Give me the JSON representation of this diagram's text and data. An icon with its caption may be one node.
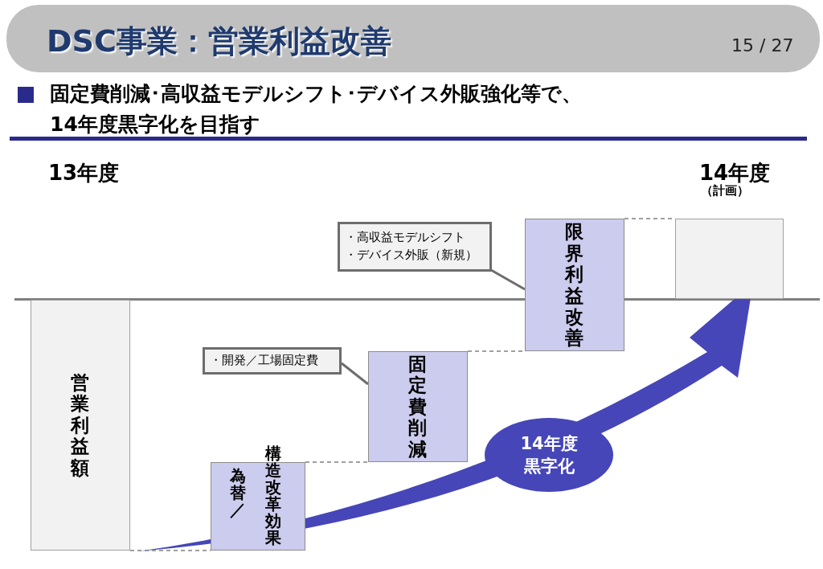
{
  "diagram": {
    "title": "DSC事業：営業利益改善",
    "nodes": [
      {
        "text": [
          "営業利益額"
        ]
      },
      {
        "text": [
          "為替／",
          "構造改革効果"
        ]
      },
      {
        "text": [
          "固定費削減"
        ]
      },
      {
        "text": [
          "限界利益改善"
        ]
      },
      {
        "text": [],
        "shape": "box"
      },
      {
        "text": [
          "・開発／工場固定費"
        ]
      },
      {
        "text": [
          "・高収益モデルシフト",
          "・デバイス外販（新規）"
        ]
      },
      {
        "text": [
          "14年度黒字化"
        ]
      }
    ],
    "edges": [
      {
        "from": 5,
        "to": 2,
        "arrow": "none"
      },
      {
        "from": 6,
        "to": 3,
        "arrow": "none"
      },
      {
        "from": 0,
        "to": 1,
        "arrow": "none",
        "style": "dashed"
      },
      {
        "from": 1,
        "to": 2,
        "arrow": "none",
        "style": "dashed"
      },
      {
        "from": 2,
        "to": 3,
        "arrow": "none",
        "style": "dashed"
      },
      {
        "from": 3,
        "to": 4,
        "arrow": "none",
        "style": "dashed"
      }
    ],
    "labels": [
      "15 / 27",
      "固定費削減･高収益モデルシフト･デバイス外販強化等で、 14年度黒字化を目指す",
      "13年度",
      "14年度",
      "（計画）"
    ]
  }
}
